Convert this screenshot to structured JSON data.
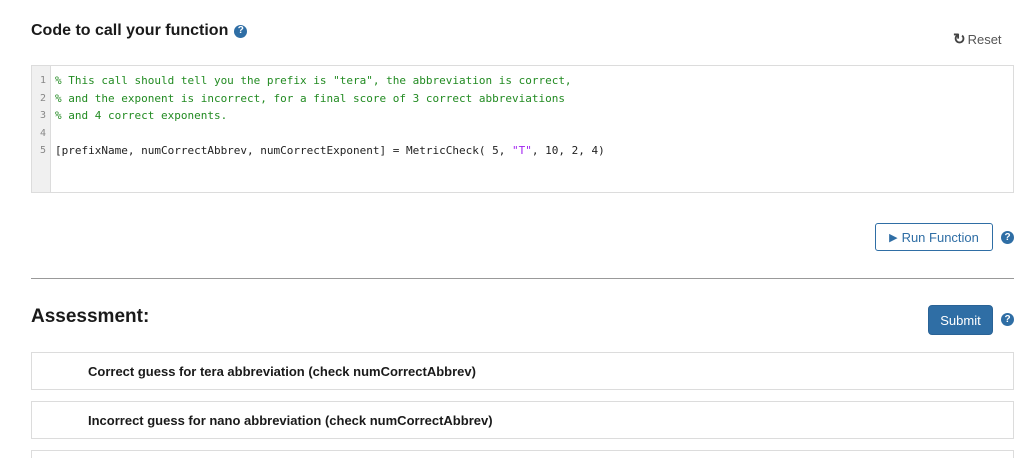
{
  "code_section": {
    "title": "Code to call your function",
    "help_icon": "question-circle-icon",
    "reset_label": "Reset",
    "reset_icon": "refresh-icon"
  },
  "editor": {
    "line_numbers": [
      "1",
      "2",
      "3",
      "4",
      "5"
    ],
    "lines": [
      {
        "type": "comment",
        "text": "% This call should tell you the prefix is \"tera\", the abbreviation is correct,"
      },
      {
        "type": "comment",
        "text": "% and the exponent is incorrect, for a final score of 3 correct abbreviations"
      },
      {
        "type": "comment",
        "text": "% and 4 correct exponents."
      },
      {
        "type": "blank",
        "text": ""
      },
      {
        "type": "code",
        "before": "[prefixName, numCorrectAbbrev, numCorrectExponent] = MetricCheck( 5, ",
        "string": "\"T\"",
        "after": ", 10, 2, 4)"
      }
    ]
  },
  "run": {
    "label": "Run Function",
    "icon": "play-icon",
    "help_icon": "question-circle-icon"
  },
  "assessment": {
    "title": "Assessment:",
    "submit_label": "Submit",
    "help_icon": "question-circle-icon",
    "tests": [
      {
        "label": "Correct guess for tera abbreviation (check numCorrectAbbrev)"
      },
      {
        "label": "Incorrect guess for nano abbreviation (check numCorrectAbbrev)"
      },
      {
        "label": ""
      }
    ]
  },
  "colors": {
    "accent": "#2f6ea5",
    "comment": "#228b22",
    "string": "#a020f0",
    "border": "#dcdcdc"
  }
}
